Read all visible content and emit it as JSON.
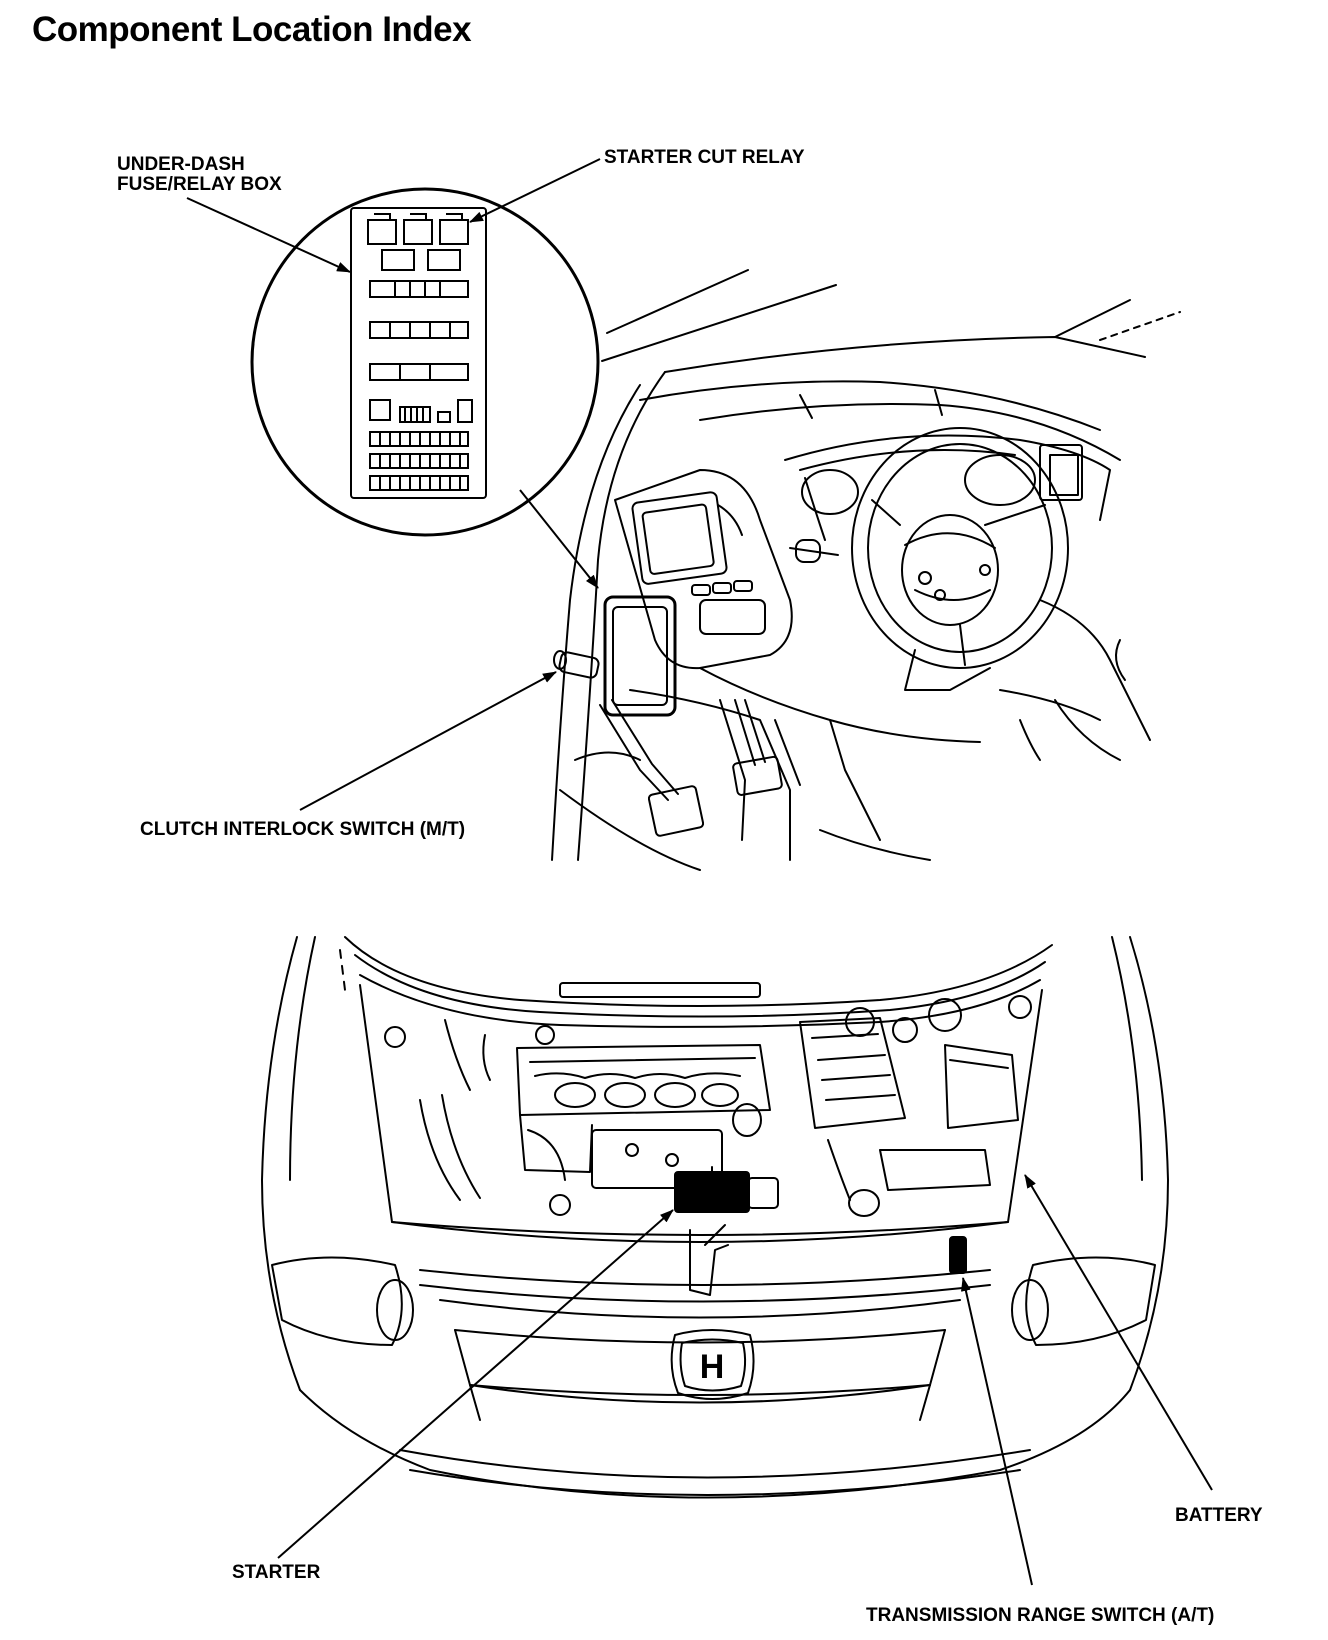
{
  "page": {
    "title": "Component Location Index"
  },
  "labels": {
    "under_dash_line1": "UNDER-DASH",
    "under_dash_line2": "FUSE/RELAY BOX",
    "starter_cut_relay": "STARTER CUT RELAY",
    "clutch_interlock_switch": "CLUTCH INTERLOCK SWITCH (M/T)",
    "starter": "STARTER",
    "battery": "BATTERY",
    "transmission_range_switch": "TRANSMISSION RANGE SWITCH (A/T)"
  },
  "emblem": {
    "letter": "H"
  }
}
